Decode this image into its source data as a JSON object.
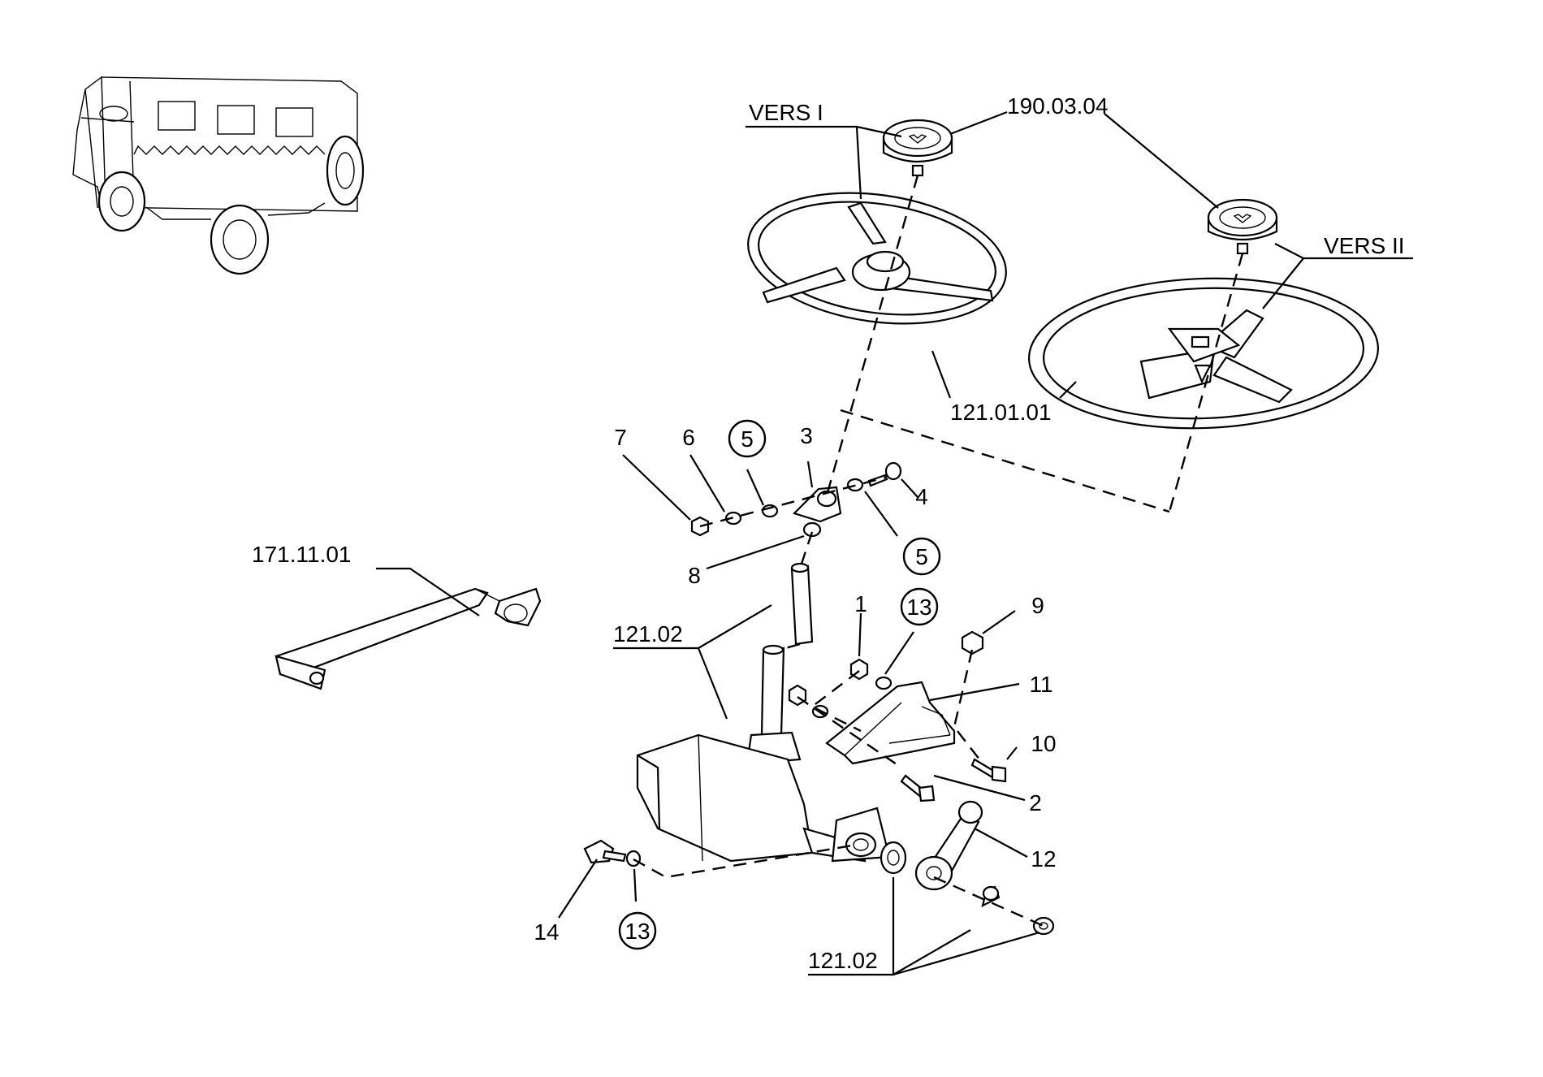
{
  "labels": {
    "vers_1": "VERS I",
    "vers_2": "VERS II",
    "p_190_03_04": "190.03.04",
    "p_121_01_01": "121.01.01",
    "p_171_11_01": "171.11.01",
    "p_121_02_a": "121.02",
    "p_121_02_b": "121.02",
    "n1": "1",
    "n2": "2",
    "n3": "3",
    "n4": "4",
    "n5_a": "5",
    "n5_b": "5",
    "n6": "6",
    "n7": "7",
    "n8": "8",
    "n9": "9",
    "n10": "10",
    "n11": "11",
    "n12": "12",
    "n13_a": "13",
    "n13_b": "13",
    "n14": "14"
  }
}
